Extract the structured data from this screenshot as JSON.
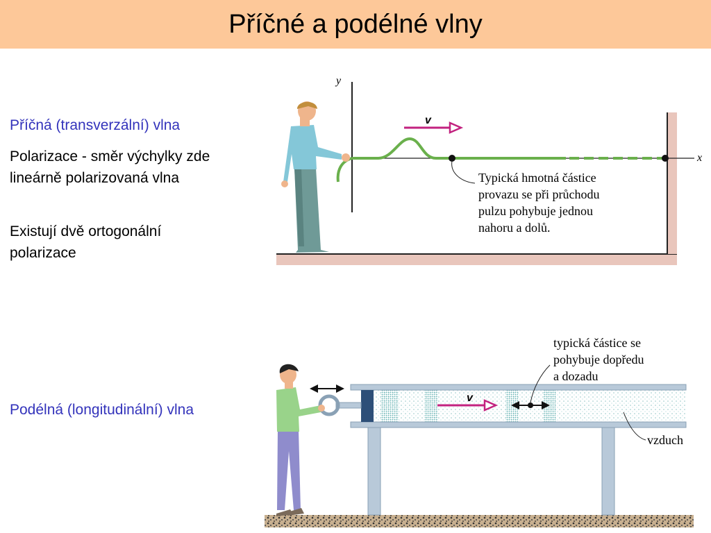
{
  "slide": {
    "title": "Příčné a podélné vlny",
    "transverse": {
      "heading": "Příčná (transverzální) vlna",
      "polarization": "Polarizace - směr výchylky zde lineárně polarizovaná vlna",
      "orthogonal": "Existují dvě ortogonální polarizace"
    },
    "longitudinal": {
      "heading": "Podélná (longitudinální) vlna"
    }
  },
  "figure_top": {
    "axis_y": "y",
    "axis_x": "x",
    "velocity": "v",
    "caption": [
      "Typická hmotná částice",
      "provazu se při průchodu",
      "pulzu pohybuje jednou",
      "nahoru a dolů."
    ]
  },
  "figure_bottom": {
    "velocity": "v",
    "caption": [
      "typická částice se",
      "pohybuje dopředu",
      "a dozadu"
    ],
    "air_label": "vzduch"
  },
  "colors": {
    "title_bg": "#fdc899",
    "heading_blue": "#3333bb",
    "rope_green": "#6ab04c",
    "arrow_magenta": "#c2227f"
  }
}
